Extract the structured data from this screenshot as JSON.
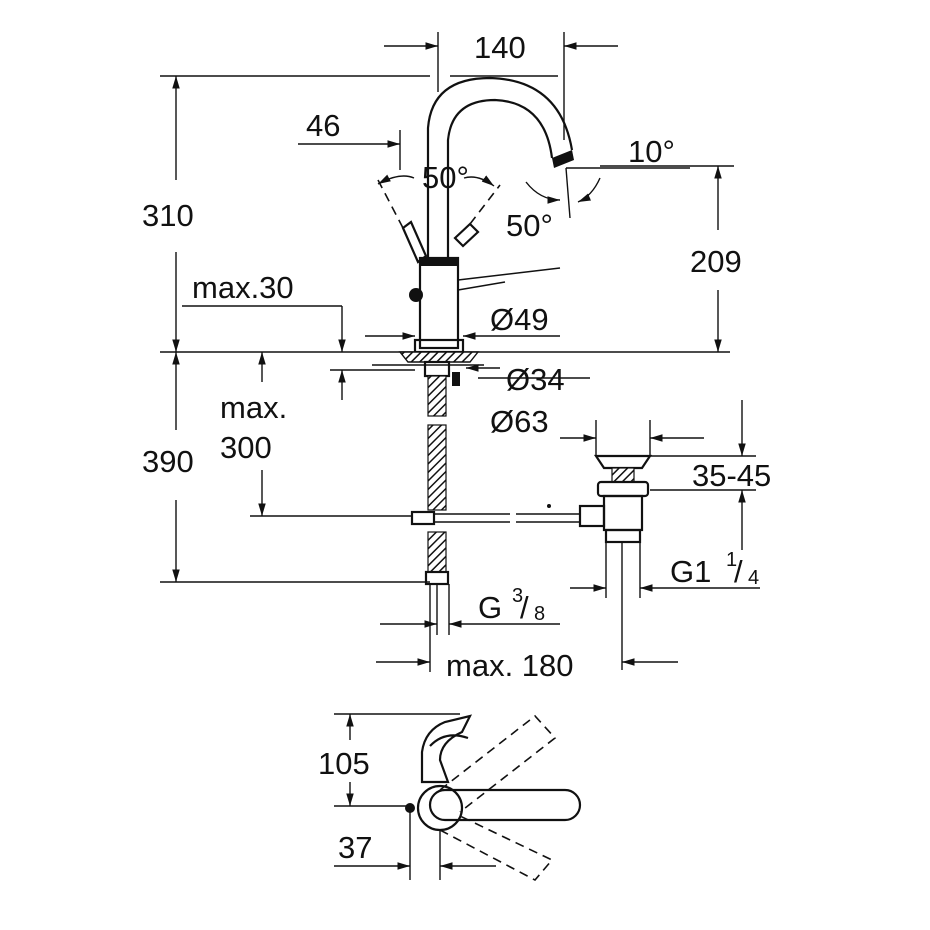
{
  "dimensions": {
    "spout_reach": "140",
    "lever_offset": "46",
    "total_height": "310",
    "spout_height": "209",
    "handle_angle_left": "50°",
    "handle_angle_right": "50°",
    "spout_angle": "10°",
    "max_deck_thickness": "max.30",
    "base_diameter": "Ø49",
    "hole_diameter": "Ø34",
    "waste_diameter": "Ø63",
    "waste_range": "35-45",
    "below_deck_label_line1": "max.",
    "below_deck_label_line2": "300",
    "below_deck_height": "390",
    "waste_thread_main": "G1",
    "waste_thread_num": "1",
    "waste_thread_den": "4",
    "hose_thread_main": "G",
    "hose_thread_num": "3",
    "hose_thread_den": "8",
    "max_distance": "max. 180",
    "plan_depth": "105",
    "plan_offset": "37"
  }
}
